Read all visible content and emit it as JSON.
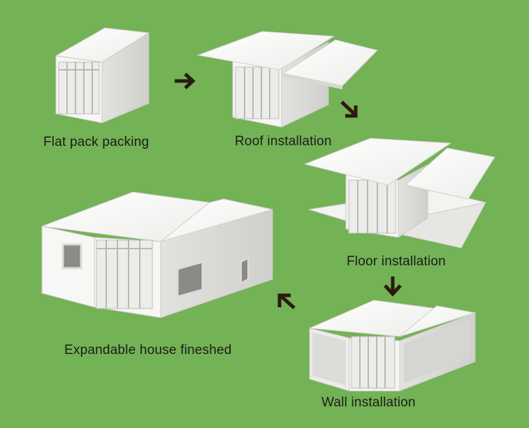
{
  "steps": [
    {
      "label": "Flat pack packing"
    },
    {
      "label": "Roof installation"
    },
    {
      "label": "Floor installation"
    },
    {
      "label": "Wall installation"
    },
    {
      "label": "Expandable house fineshed"
    }
  ],
  "colors": {
    "background": "#73b255",
    "arrow": "#2a1a10",
    "panel": "#f4f4f2",
    "shade": "#d9d9d6",
    "frame": "#c9c9c6"
  }
}
